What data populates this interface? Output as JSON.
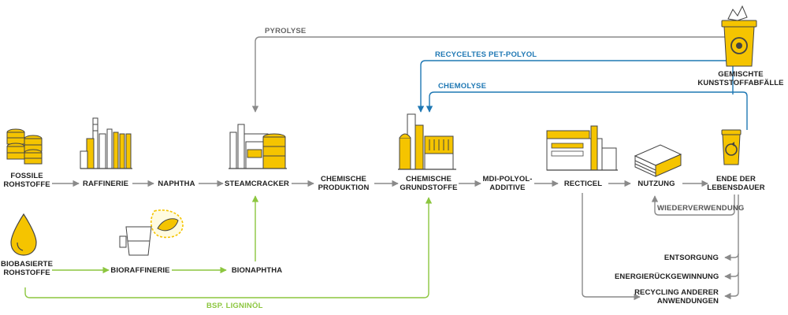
{
  "colors": {
    "yellow": "#f5c400",
    "dark": "#444444",
    "gray_arrow": "#8a8a8a",
    "green": "#8cc63f",
    "blue": "#1f78b4"
  },
  "nodes": {
    "fossile_rohstoffe": "FOSSILE\nROHSTOFFE",
    "raffinerie": "RAFFINERIE",
    "naphtha": "NAPHTHA",
    "steamcracker": "STEAMCRACKER",
    "chemische_produktion": "CHEMISCHE\nPRODUKTION",
    "chemische_grundstoffe": "CHEMISCHE\nGRUNDSTOFFE",
    "mdi_polyol_additive": "MDI-POLYOL-\nADDITIVE",
    "recticel": "RECTICEL",
    "nutzung": "NUTZUNG",
    "ende_der_lebensdauer": "ENDE DER\nLEBENSDAUER",
    "gemischte_kunststoffabfaelle": "GEMISCHTE\nKUNSTSTOFFABFÄLLE",
    "biobasierte_rohstoffe": "BIOBASIERTE\nROHSTOFFE",
    "bioraffinerie": "BIORAFFINERIE",
    "bionaphtha": "BIONAPHTHA"
  },
  "flows": {
    "pyrolyse": "PYROLYSE",
    "recyceltes_pet_polyol": "RECYCELTES PET-POLYOL",
    "chemolyse": "CHEMOLYSE",
    "wiederverwendung": "WIEDERVERWENDUNG",
    "bsp_ligninoel": "BSP. LIGNINÖL"
  },
  "outcomes": {
    "entsorgung": "ENTSORGUNG",
    "energierueckgewinnung": "ENERGIERÜCKGEWINNUNG",
    "recycling_anderer": "RECYCLING ANDERER\nANWENDUNGEN"
  },
  "icons": {
    "fossil": "oil-barrels-icon",
    "refinery": "refinery-icon",
    "steamcracker": "steamcracker-plant-icon",
    "chemical_plant": "chemical-plant-icon",
    "recticel": "recticel-factory-icon",
    "foam": "foam-sheets-icon",
    "bin_eol": "recycling-bin-icon",
    "bin_waste": "mixed-waste-bin-icon",
    "bio": "oil-drop-icon",
    "biorefinery": "biorefinery-icon"
  }
}
